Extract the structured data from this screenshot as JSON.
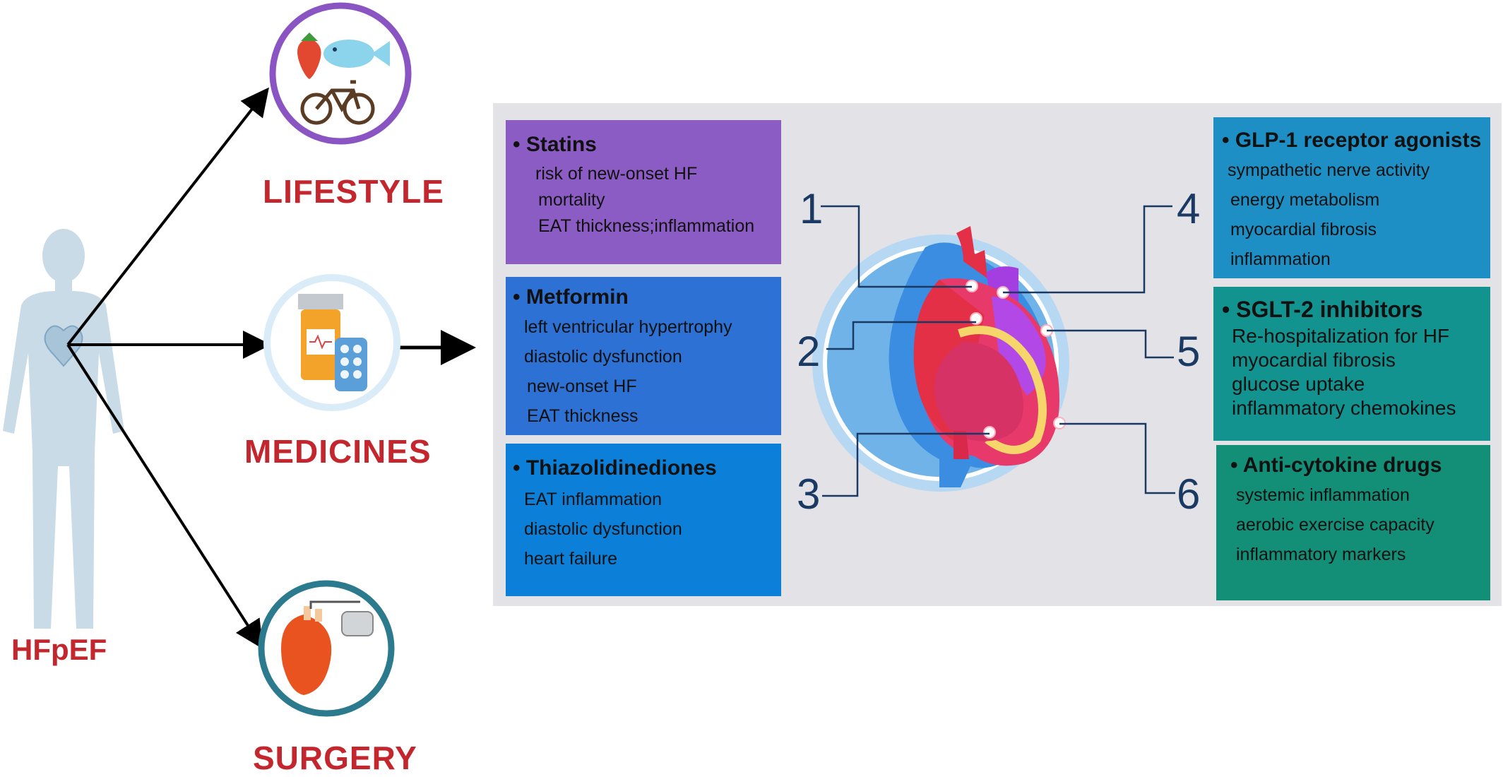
{
  "patient_label": "HFpEF",
  "categories": {
    "lifestyle": "LIFESTYLE",
    "medicines": "MEDICINES",
    "surgery": "SURGERY"
  },
  "drug_boxes": [
    {
      "title": "Statins",
      "color": "#8a5cc4",
      "items": [
        "risk of new-onset  HF",
        "mortality",
        "EAT thickness;inflammation"
      ]
    },
    {
      "title": "Metformin",
      "color": "#2c71d3",
      "items": [
        "left ventricular hypertrophy",
        "diastolic dysfunction",
        "new-onset  HF",
        "EAT thickness"
      ]
    },
    {
      "title": "Thiazolidinediones",
      "color": "#0c80d9",
      "items": [
        "EAT inflammation",
        "diastolic dysfunction",
        "heart failure"
      ]
    },
    {
      "title": "GLP-1 receptor agonists",
      "color": "#1e8fc4",
      "items": [
        "sympathetic nerve activity",
        "energy metabolism",
        "myocardial fibrosis",
        "inflammation"
      ]
    },
    {
      "title": "SGLT-2 inhibitors",
      "color": "#12938f",
      "items": [
        "Re-hospitalization for HF",
        "myocardial fibrosis",
        "glucose uptake",
        "inflammatory chemokines"
      ]
    },
    {
      "title": "Anti-cytokine drugs",
      "color": "#138e77",
      "items": [
        "systemic inflammation",
        "aerobic exercise capacity",
        "inflammatory markers"
      ]
    }
  ],
  "numbers": [
    "1",
    "2",
    "3",
    "4",
    "5",
    "6"
  ],
  "colors": {
    "label_red": "#c4262e",
    "panel_bg": "#e3e2e7",
    "number_blue": "#1b3a63",
    "lifestyle_ring": "#8a55c2",
    "medicines_ring": "#d9ecf7",
    "surgery_ring": "#2c7a8e"
  },
  "icons": [
    "human-silhouette-icon",
    "strawberry-icon",
    "fish-icon",
    "bicycle-icon",
    "pill-bottle-icon",
    "blister-pack-icon",
    "pacemaker-heart-icon",
    "anatomical-heart-icon"
  ]
}
